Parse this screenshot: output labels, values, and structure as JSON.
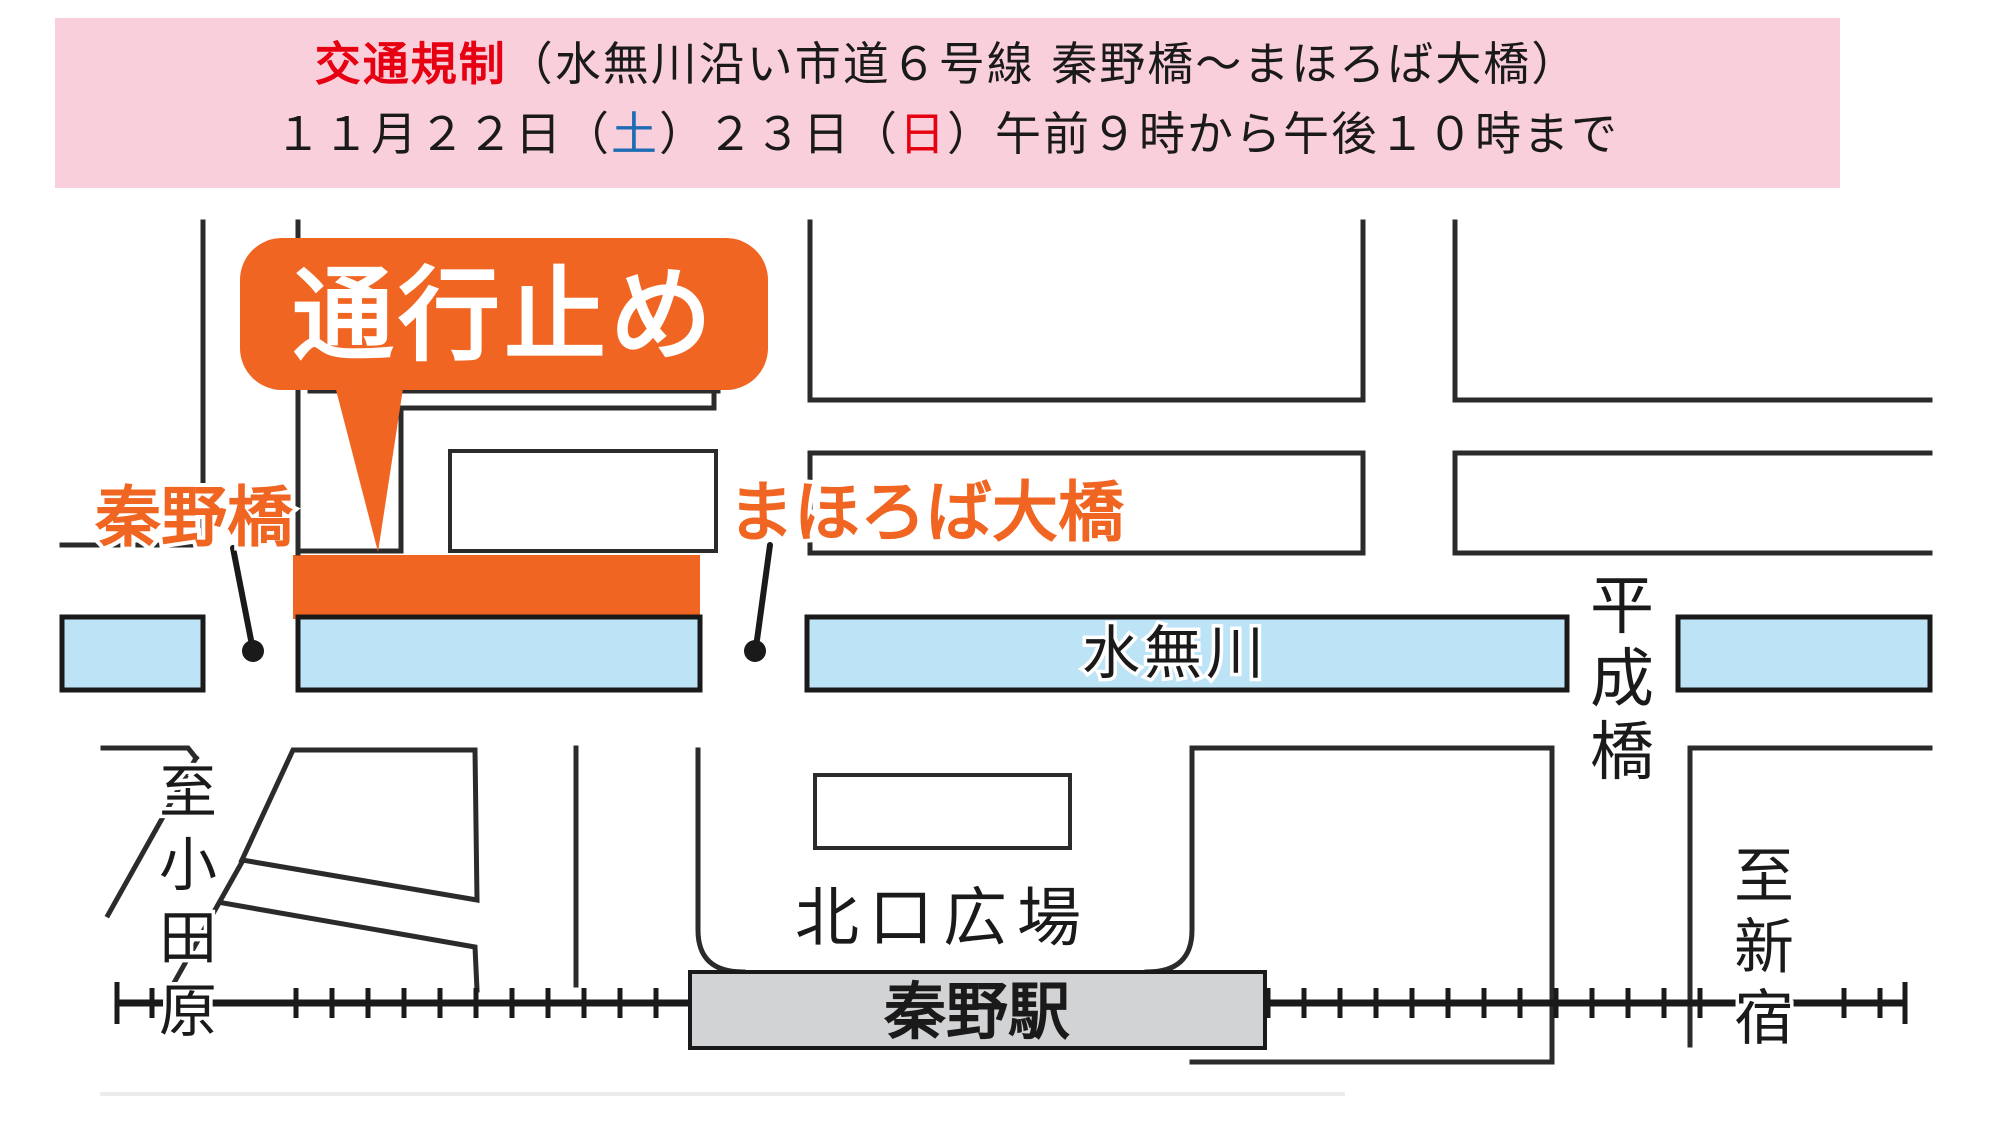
{
  "banner": {
    "bg_color": "#F9CFDB",
    "line1": {
      "highlight": "交通規制",
      "rest": "（水無川沿い市道６号線 秦野橋～まほろば大橋）"
    },
    "line2": {
      "p1": "１１月２２日（",
      "sat": "土",
      "p2": "）２３日（",
      "sun": "日",
      "p3": "）午前９時から午後１０時まで"
    },
    "highlight_color": "#E60012",
    "sat_color": "#1E6CB3",
    "sun_color": "#E60012",
    "text_color": "#1A1A1A"
  },
  "callout": {
    "label": "通行止め",
    "fill": "#F16522",
    "text_color": "#FFFFFF"
  },
  "labels": {
    "bridge_hadano": "秦野橋",
    "bridge_mahoroba": "まほろば大橋",
    "river": "水無川",
    "bridge_heisei": "平成橋",
    "plaza": "北口広場",
    "station": "秦野駅",
    "to_odawara": "至小田原",
    "to_shinjuku": "至新宿"
  },
  "colors": {
    "closure_bar": "#F16522",
    "river_fill": "#BDE3F6",
    "road_line": "#2B2B2B",
    "station_fill": "#D2D3D5",
    "bridge_label": "#F16522"
  }
}
